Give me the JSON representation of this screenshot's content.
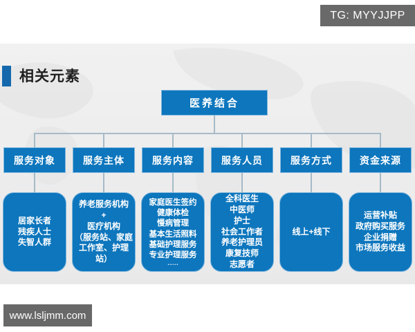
{
  "badge": {
    "text": "TG: MYYJJPP"
  },
  "title": {
    "text": "相关元素"
  },
  "root": {
    "label": "医养结合"
  },
  "columns": [
    {
      "header": "服务对象",
      "lines": [
        "居家长者",
        "残疾人士",
        "失智人群"
      ]
    },
    {
      "header": "服务主体",
      "lines": [
        "养老服务机构",
        "+",
        "医疗机构",
        "（服务站、家庭",
        "工作室、护理站）"
      ]
    },
    {
      "header": "服务内容",
      "lines": [
        "家庭医生签约",
        "健康体检",
        "慢病管理",
        "基本生活照料",
        "基础护理服务",
        "专业护理服务",
        "……"
      ]
    },
    {
      "header": "服务人员",
      "lines": [
        "全科医生",
        "中医师",
        "护士",
        "社会工作者",
        "养老护理员",
        "康复技师",
        "志愿者"
      ]
    },
    {
      "header": "服务方式",
      "lines": [
        "线上+线下"
      ]
    },
    {
      "header": "资金来源",
      "lines": [
        "运营补贴",
        "政府购买服务",
        "企业捐赠",
        "市场服务收益"
      ]
    }
  ],
  "footer": {
    "text": "www.lsljmm.com"
  },
  "colors": {
    "box_blue": "#0d76bd",
    "title_accent_blue": "#1568ac",
    "badge_gray": "#696969",
    "connector_gray_blue": "#a5bac7",
    "slide_background": "#eeeeee"
  }
}
